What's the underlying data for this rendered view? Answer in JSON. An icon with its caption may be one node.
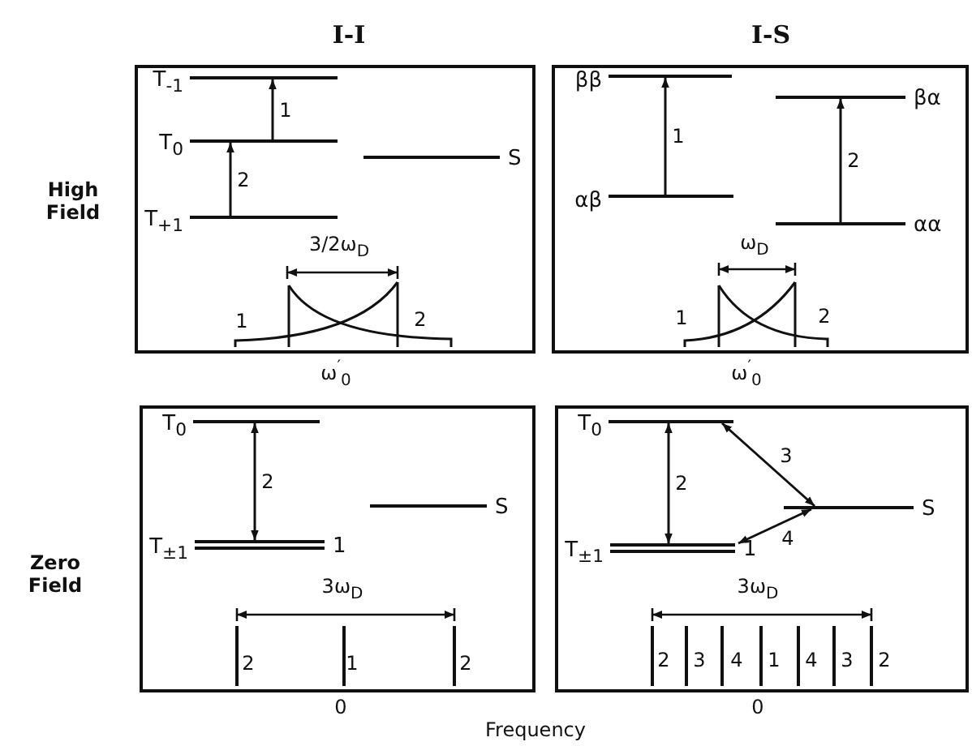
{
  "diagram": {
    "nodes": [
      {
        "text": [],
        "shape": "box"
      },
      {
        "text": [],
        "shape": "bar",
        "in": 0,
        "beside": [
          "T$_{-1}$"
        ]
      },
      {
        "text": [],
        "shape": "bar",
        "in": 0,
        "beside": [
          "T$_{0}$"
        ]
      },
      {
        "text": [],
        "shape": "bar",
        "in": 0,
        "beside": [
          "S"
        ]
      },
      {
        "text": [],
        "shape": "bar",
        "in": 0,
        "beside": [
          "T$_{+1}$"
        ]
      },
      {
        "text": [],
        "shape": "box"
      },
      {
        "text": [],
        "shape": "bar",
        "in": 5,
        "beside": [
          "ββ"
        ]
      },
      {
        "text": [],
        "shape": "bar",
        "in": 5,
        "beside": [
          "βα"
        ]
      },
      {
        "text": [],
        "shape": "bar",
        "in": 5,
        "beside": [
          "αβ"
        ]
      },
      {
        "text": [],
        "shape": "bar",
        "in": 5,
        "beside": [
          "αα"
        ]
      },
      {
        "text": [],
        "shape": "box"
      },
      {
        "text": [],
        "shape": "bar",
        "in": 10,
        "beside": [
          "T$_{0}$"
        ]
      },
      {
        "text": [],
        "shape": "bar",
        "in": 10,
        "beside": [
          "S"
        ]
      },
      {
        "text": [],
        "shape": "bar",
        "in": 10,
        "beside": [
          "T$_{±1}$",
          "1"
        ]
      },
      {
        "text": [],
        "shape": "box"
      },
      {
        "text": [],
        "shape": "bar",
        "in": 14,
        "beside": [
          "T$_{0}$"
        ]
      },
      {
        "text": [],
        "shape": "bar",
        "in": 14,
        "beside": [
          "S"
        ]
      },
      {
        "text": [],
        "shape": "bar",
        "in": 14,
        "beside": [
          "T$_{±1}$",
          "1"
        ]
      }
    ],
    "edges": [
      {
        "from": 2,
        "to": 1,
        "arrow": "to",
        "label": "1"
      },
      {
        "from": 4,
        "to": 2,
        "arrow": "to",
        "label": "2"
      },
      {
        "from": 8,
        "to": 6,
        "arrow": "to",
        "label": "1"
      },
      {
        "from": 9,
        "to": 7,
        "arrow": "to",
        "label": "2"
      },
      {
        "from": 11,
        "to": 13,
        "arrow": "both",
        "label": "2"
      },
      {
        "from": 15,
        "to": 17,
        "arrow": "both",
        "label": "2"
      },
      {
        "from": 15,
        "to": 16,
        "arrow": "both",
        "label": "3"
      },
      {
        "from": 16,
        "to": 17,
        "arrow": "both",
        "label": "4"
      }
    ],
    "labels": [
      "I-I",
      "I-S",
      "High Field",
      "3/2ω$_{D}$",
      "1",
      "2",
      "ω$_{D}$",
      "1",
      "2",
      "ω$^{′}$$_{0}$",
      "ω$^{′}$$_{0}$",
      "Zero Field",
      "3ω$_{D}$",
      "2",
      "1",
      "2",
      "3ω$_{D}$",
      "2",
      "3",
      "4",
      "1",
      "4",
      "3",
      "2",
      "0",
      "0",
      "Frequency"
    ]
  }
}
